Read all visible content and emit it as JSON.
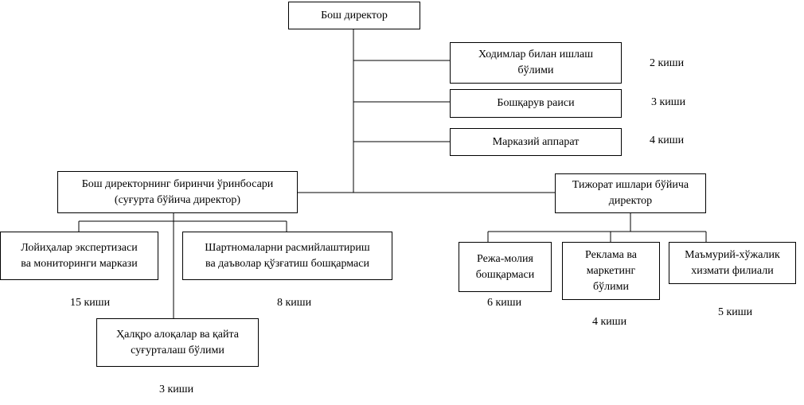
{
  "org_chart": {
    "general_director": "Бош директор",
    "hr_department": {
      "line1": "Ходимлар билан ишлаш",
      "line2": "бўлими",
      "count": "2 киши"
    },
    "board_chairman": {
      "label": "Бошқарув раиси",
      "count": "3 киши"
    },
    "central_office": {
      "label": "Марказий аппарат",
      "count": "4 киши"
    },
    "first_deputy": {
      "line1": "Бош директорнинг биринчи ўринбосари",
      "line2": "(суғурта бўйича директор)"
    },
    "commercial_director": {
      "line1": "Тижорат ишлари бўйича",
      "line2": "директор"
    },
    "project_expertise": {
      "line1": "Лойиҳалар экспертизаси",
      "line2": "ва мониторинги маркази",
      "count": "15 киши"
    },
    "contracts_claims": {
      "line1": "Шартномаларни расмийлаштириш",
      "line2": "ва даъволар қўзғатиш бошқармаси",
      "count": "8 киши"
    },
    "international_reinsurance": {
      "line1": "Ҳалқро алоқалар ва қайта",
      "line2": "суғурталаш бўлими",
      "count": "3 киши"
    },
    "planning_finance": {
      "line1": "Режа-молия",
      "line2": "бошқармаси",
      "count": "6 киши"
    },
    "advertising_marketing": {
      "line1": "Реклама ва",
      "line2": "маркетинг",
      "line3": "бўлими",
      "count": "4 киши"
    },
    "admin_household": {
      "line1": "Маъмурий-хўжалик",
      "line2": "хизмати филиали",
      "count": "5 киши"
    }
  }
}
